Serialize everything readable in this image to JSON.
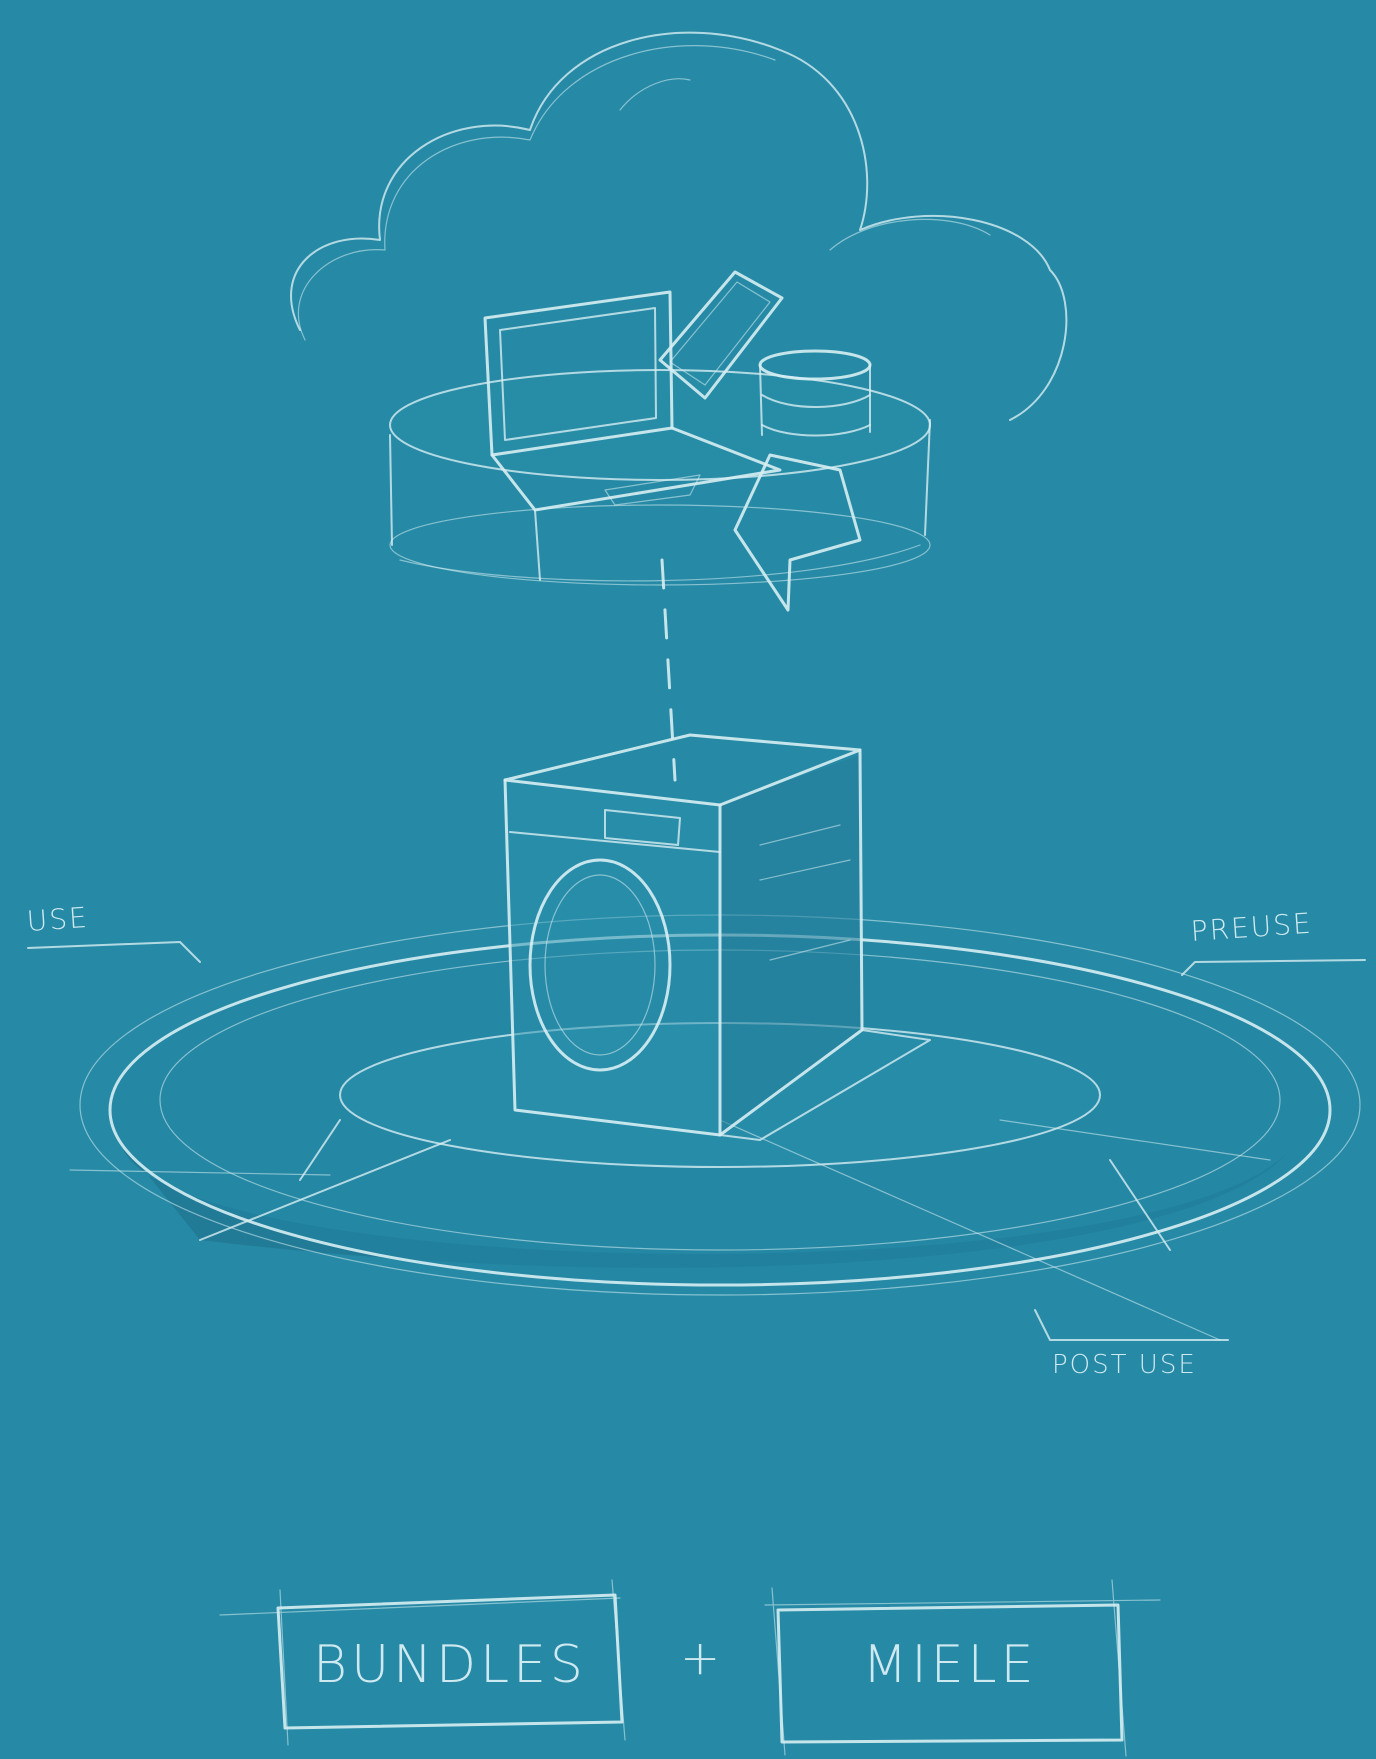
{
  "labels": {
    "use": "USE",
    "preuse": "PREUSE",
    "post_use": "POST USE",
    "plus": "+",
    "bundles": "BUNDLES",
    "miele": "MIELE"
  },
  "colors": {
    "background": "#268aa6",
    "ring_shadow": "#1f7591",
    "sketch": "#d7eef3"
  },
  "icons": [
    "cloud-icon",
    "laptop-icon",
    "smartphone-icon",
    "database-icon",
    "arrow-icon",
    "washing-machine-icon"
  ]
}
